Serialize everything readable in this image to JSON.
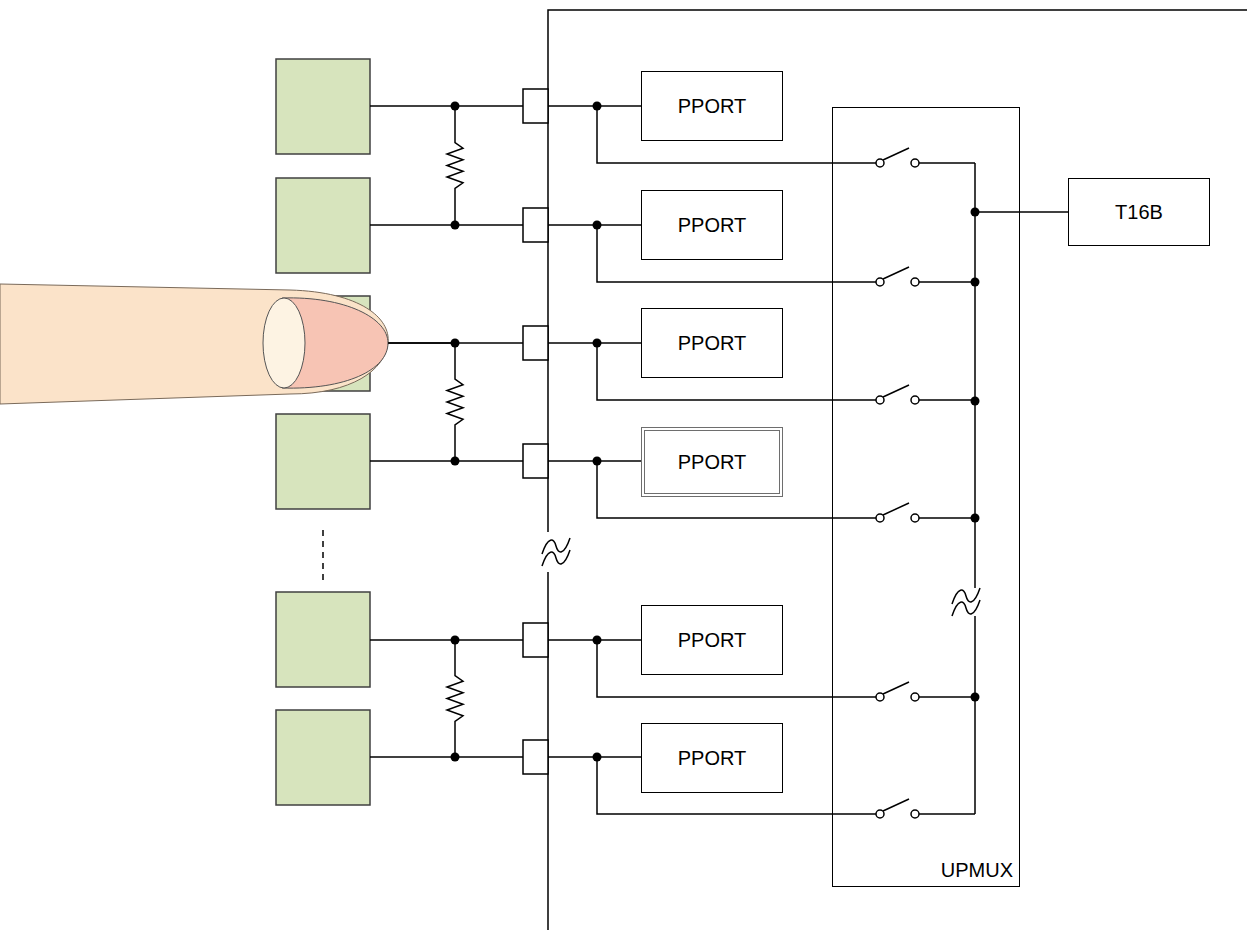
{
  "diagram": {
    "nodes": [
      {
        "text": [
          "PPORT"
        ]
      },
      {
        "text": [
          "PPORT"
        ]
      },
      {
        "text": [
          "PPORT"
        ]
      },
      {
        "text": [
          "PPORT"
        ]
      },
      {
        "text": [
          "PPORT"
        ]
      },
      {
        "text": [
          "PPORT"
        ]
      },
      {
        "text": [
          "UPMUX"
        ]
      },
      {
        "text": [
          "T16B"
        ]
      }
    ],
    "edges": [
      {
        "from": 6,
        "to": 7,
        "arrow": "none"
      }
    ]
  }
}
